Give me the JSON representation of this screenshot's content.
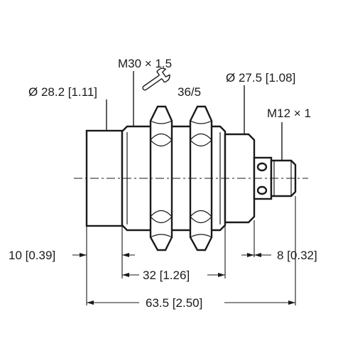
{
  "labels": {
    "diameter_body": "Ø 28.2 [1.11]",
    "thread": "M30 × 1.5",
    "wrench": "36/5",
    "diameter_rear": "Ø 27.5 [1.08]",
    "connector": "M12 × 1",
    "dim_front": "10 [0.39]",
    "dim_thread": "32 [1.26]",
    "dim_rear": "8 [0.32]",
    "dim_total": "63.5 [2.50]"
  },
  "icons": {
    "wrench": "wrench-icon"
  },
  "colors": {
    "line": "#1a1a1a",
    "background": "#ffffff"
  }
}
